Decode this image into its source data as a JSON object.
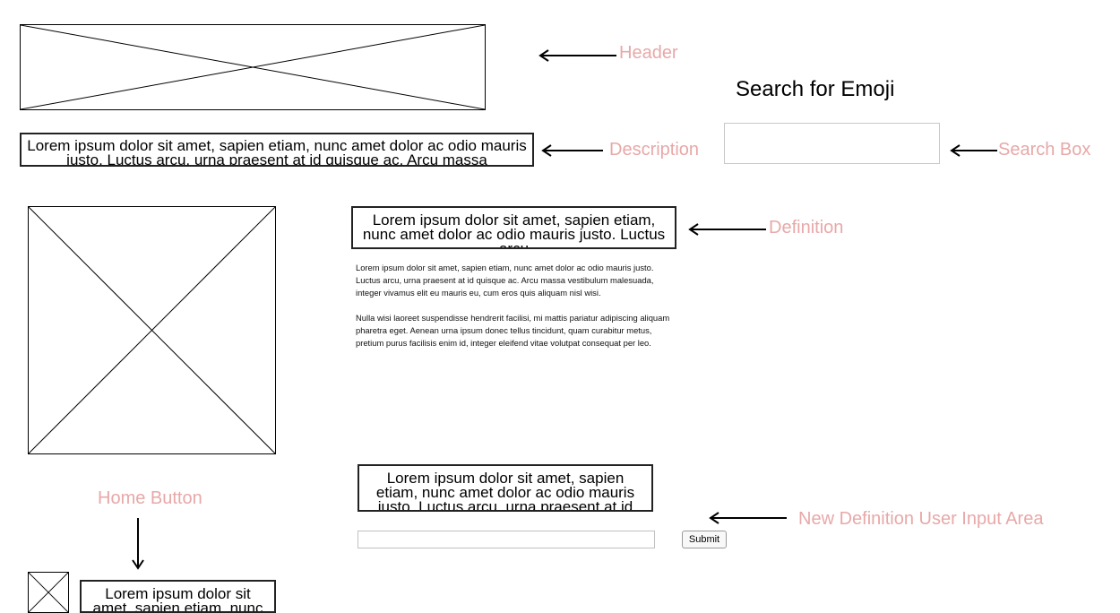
{
  "header": {
    "annotation": "Header"
  },
  "description": {
    "text": "Lorem ipsum dolor sit amet, sapien etiam, nunc amet dolor ac odio mauris justo. Luctus arcu, urna praesent at id quisque ac. Arcu massa",
    "annotation": "Description"
  },
  "search": {
    "title": "Search for Emoji",
    "annotation": "Search Box",
    "value": ""
  },
  "definition": {
    "heading": "Lorem ipsum dolor sit amet, sapien etiam, nunc amet dolor ac odio mauris justo. Luctus arcu",
    "annotation": "Definition",
    "paragraph1": "Lorem ipsum dolor sit amet, sapien etiam, nunc amet dolor ac odio mauris justo. Luctus arcu, urna praesent at id quisque ac. Arcu massa vestibulum malesuada, integer vivamus elit eu mauris eu, cum eros quis aliquam nisl wisi.",
    "paragraph2": "Nulla wisi laoreet suspendisse hendrerit facilisi, mi mattis pariatur adipiscing aliquam pharetra eget. Aenean urna ipsum donec tellus tincidunt, quam curabitur metus, pretium purus facilisis enim id, integer eleifend vitae volutpat consequat per leo."
  },
  "new_definition": {
    "prompt": "Lorem ipsum dolor sit amet, sapien etiam, nunc amet dolor ac odio mauris justo. Luctus arcu, urna praesent at id",
    "annotation": "New Definition User Input Area",
    "input_value": "",
    "submit_label": "Submit"
  },
  "home": {
    "annotation": "Home Button",
    "label": "Lorem ipsum dolor sit amet, sapien etiam, nunc"
  }
}
